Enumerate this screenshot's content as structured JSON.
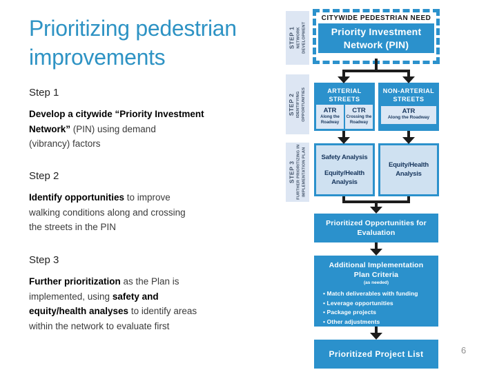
{
  "slide": {
    "title": "Prioritizing pedestrian improvements",
    "page_number": "6",
    "steps": [
      {
        "heading": "Step 1",
        "lines": [
          [
            {
              "t": "Develop a citywide “Priority Investment",
              "b": true
            }
          ],
          [
            {
              "t": "Network”",
              "b": true
            },
            {
              "t": " (PIN) using demand",
              "b": false
            }
          ],
          [
            {
              "t": "(vibrancy) factors",
              "b": false
            }
          ]
        ]
      },
      {
        "heading": "Step 2",
        "lines": [
          [
            {
              "t": "Identify opportunities",
              "b": true
            },
            {
              "t": " to improve",
              "b": false
            }
          ],
          [
            {
              "t": "walking conditions along and crossing",
              "b": false
            }
          ],
          [
            {
              "t": "the streets in the PIN",
              "b": false
            }
          ]
        ]
      },
      {
        "heading": "Step 3",
        "lines": [
          [
            {
              "t": "Further prioritization",
              "b": true
            },
            {
              "t": " as the Plan is",
              "b": false
            }
          ],
          [
            {
              "t": "implemented, using ",
              "b": false
            },
            {
              "t": "safety and",
              "b": true
            }
          ],
          [
            {
              "t": "equity/health analyses",
              "b": true
            },
            {
              "t": " to identify areas",
              "b": false
            }
          ],
          [
            {
              "t": "within the network to evaluate first",
              "b": false
            }
          ]
        ]
      }
    ]
  },
  "diagram": {
    "step_labels": [
      {
        "step": "STEP 1",
        "lines": [
          "NETWORK",
          "DEVELOPMENT"
        ]
      },
      {
        "step": "STEP 2",
        "lines": [
          "IDENTIFYING",
          "OPPORTUNITIES"
        ]
      },
      {
        "step": "STEP 3",
        "lines": [
          "FURTHER PRIORITIZING IN",
          "IMPLEMENTATION PLAN"
        ]
      }
    ],
    "citywide_header": "CITYWIDE PEDESTRIAN NEED",
    "pin_box": {
      "lines": [
        "Priority Investment",
        "Network (PIN)"
      ]
    },
    "arterial": {
      "title_lines": [
        "ARTERIAL",
        "STREETS"
      ],
      "subs": [
        {
          "abbr": "ATR",
          "label_lines": [
            "Along the",
            "Roadway"
          ]
        },
        {
          "abbr": "CTR",
          "label_lines": [
            "Crossing the",
            "Roadway"
          ]
        }
      ]
    },
    "non_arterial": {
      "title_lines": [
        "NON-ARTERIAL",
        "STREETS"
      ],
      "subs": [
        {
          "abbr": "ATR",
          "label_lines": [
            "Along the Roadway"
          ]
        }
      ]
    },
    "analysis_arterial": {
      "p1": [
        "Safety Analysis"
      ],
      "p2": [
        "Equity/Health",
        "Analysis"
      ]
    },
    "analysis_non_arterial": {
      "p1": [
        "Equity/Health",
        "Analysis"
      ]
    },
    "opportunities": {
      "lines": [
        "Prioritized Opportunities for",
        "Evaluation"
      ]
    },
    "criteria": {
      "title_lines": [
        "Additional Implementation",
        "Plan Criteria"
      ],
      "subtitle": "(as needed)",
      "bullets": [
        "Match deliverables with funding",
        "Leverage opportunities",
        "Package projects",
        "Other adjustments"
      ]
    },
    "project_list": "Prioritized Project List"
  },
  "colors": {
    "title_blue": "#2e93c4",
    "diagram_blue": "#2b91cc",
    "analysis_fill": "#cfe1f1",
    "sub_box_fill": "#dbe7f5",
    "step_label_bg": "#dde6f3",
    "navy_text": "#17365d",
    "arrow_black": "#1c1c1c",
    "page_number_gray": "#8f8f8f"
  }
}
